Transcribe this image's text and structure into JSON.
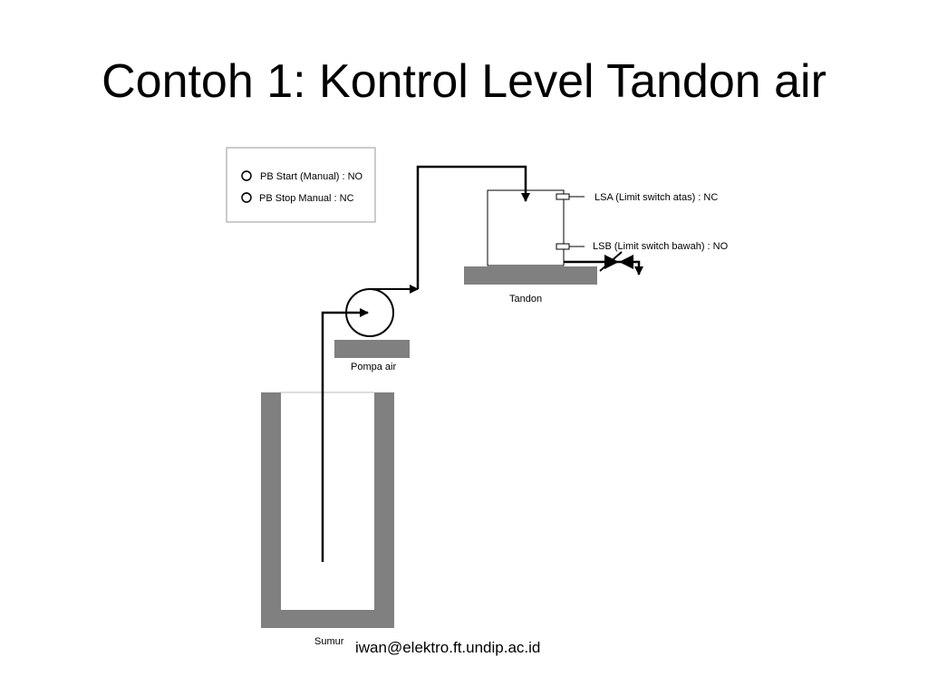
{
  "slide": {
    "title": "Contoh 1: Kontrol Level Tandon air",
    "footer": "iwan@elektro.ft.undip.ac.id"
  },
  "legend": {
    "items": [
      {
        "label": "PB Start (Manual) : NO",
        "icon": "push-button-icon"
      },
      {
        "label": "PB Stop Manual : NC",
        "icon": "push-button-icon"
      }
    ]
  },
  "diagram": {
    "labels": {
      "lsa": "LSA (Limit switch  atas) : NC",
      "lsb": "LSB (Limit switch  bawah) : NO",
      "tank": "Tandon",
      "pump": "Pompa air",
      "well": "Sumur"
    }
  },
  "colors": {
    "structure": "#808080",
    "line": "#000000",
    "background": "#ffffff"
  }
}
